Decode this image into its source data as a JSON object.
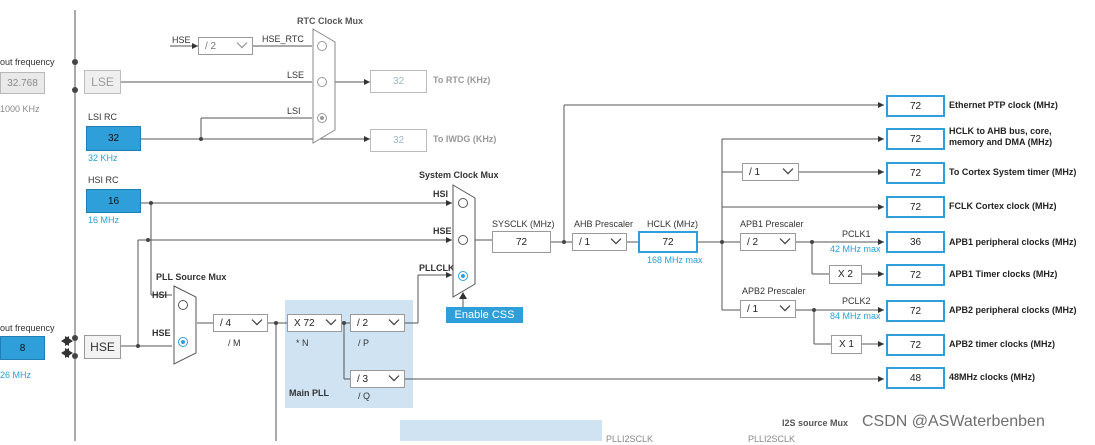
{
  "left_panel": {
    "lse_freq_label": "out frequency",
    "lse_freq_value": "32.768",
    "lse_range": "1000 KHz",
    "lse_label": "LSE",
    "lsi_title": "LSI RC",
    "lsi_value": "32",
    "lsi_freq": "32 KHz",
    "hsi_title": "HSI RC",
    "hsi_value": "16",
    "hsi_freq": "16 MHz",
    "hse_freq_label": "out frequency",
    "hse_value": "8",
    "hse_range": "26 MHz",
    "hse_label": "HSE"
  },
  "rtc": {
    "mux_title": "RTC Clock Mux",
    "hse_in": "HSE",
    "div": "/ 2",
    "hse_rtc": "HSE_RTC",
    "lse": "LSE",
    "lsi": "LSI",
    "rtc_value": "32",
    "rtc_label": "To RTC (KHz)",
    "iwdg_value": "32",
    "iwdg_label": "To IWDG (KHz)"
  },
  "sysmux": {
    "title": "System Clock Mux",
    "hsi": "HSI",
    "hse": "HSE",
    "pllclk": "PLLCLK",
    "css_button": "Enable CSS"
  },
  "pll": {
    "src_title": "PLL Source Mux",
    "hsi": "HSI",
    "hse": "HSE",
    "m_value": "/ 4",
    "m_label": "/ M",
    "n_value": "X 72",
    "n_label": "* N",
    "p_value": "/ 2",
    "p_label": "/ P",
    "q_value": "/ 3",
    "q_label": "/ Q",
    "main_label": "Main PLL"
  },
  "sysclk": {
    "label": "SYSCLK (MHz)",
    "value": "72"
  },
  "ahb": {
    "label": "AHB Prescaler",
    "value": "/ 1"
  },
  "hclk": {
    "label": "HCLK (MHz)",
    "value": "72",
    "max": "168 MHz max"
  },
  "cortex_div": "/ 1",
  "apb1": {
    "label": "APB1 Prescaler",
    "value": "/ 2",
    "pclk": "PCLK1",
    "max": "42 MHz max",
    "timer_mult": "X 2"
  },
  "apb2": {
    "label": "APB2 Prescaler",
    "value": "/ 1",
    "pclk": "PCLK2",
    "max": "84 MHz max",
    "timer_mult": "X 1"
  },
  "outputs": [
    {
      "value": "72",
      "label": "Ethernet PTP clock (MHz)"
    },
    {
      "value": "72",
      "label": "HCLK to AHB bus, core, memory and DMA (MHz)"
    },
    {
      "value": "72",
      "label": "To Cortex System timer (MHz)"
    },
    {
      "value": "72",
      "label": "FCLK Cortex clock (MHz)"
    },
    {
      "value": "36",
      "label": "APB1 peripheral clocks (MHz)"
    },
    {
      "value": "72",
      "label": "APB1 Timer clocks (MHz)"
    },
    {
      "value": "72",
      "label": "APB2 peripheral clocks (MHz)"
    },
    {
      "value": "72",
      "label": "APB2 timer clocks (MHz)"
    },
    {
      "value": "48",
      "label": "48MHz clocks (MHz)"
    }
  ],
  "bottom": {
    "i2s_mux": "I2S source Mux",
    "plli2sclk_1": "PLLI2SCLK",
    "plli2sclk_2": "PLLI2SCLK"
  },
  "watermark": "CSDN @ASWaterbenben",
  "colors": {
    "accent": "#2e9fd8",
    "panel": "#cfe3f2",
    "wire": "#555555"
  }
}
